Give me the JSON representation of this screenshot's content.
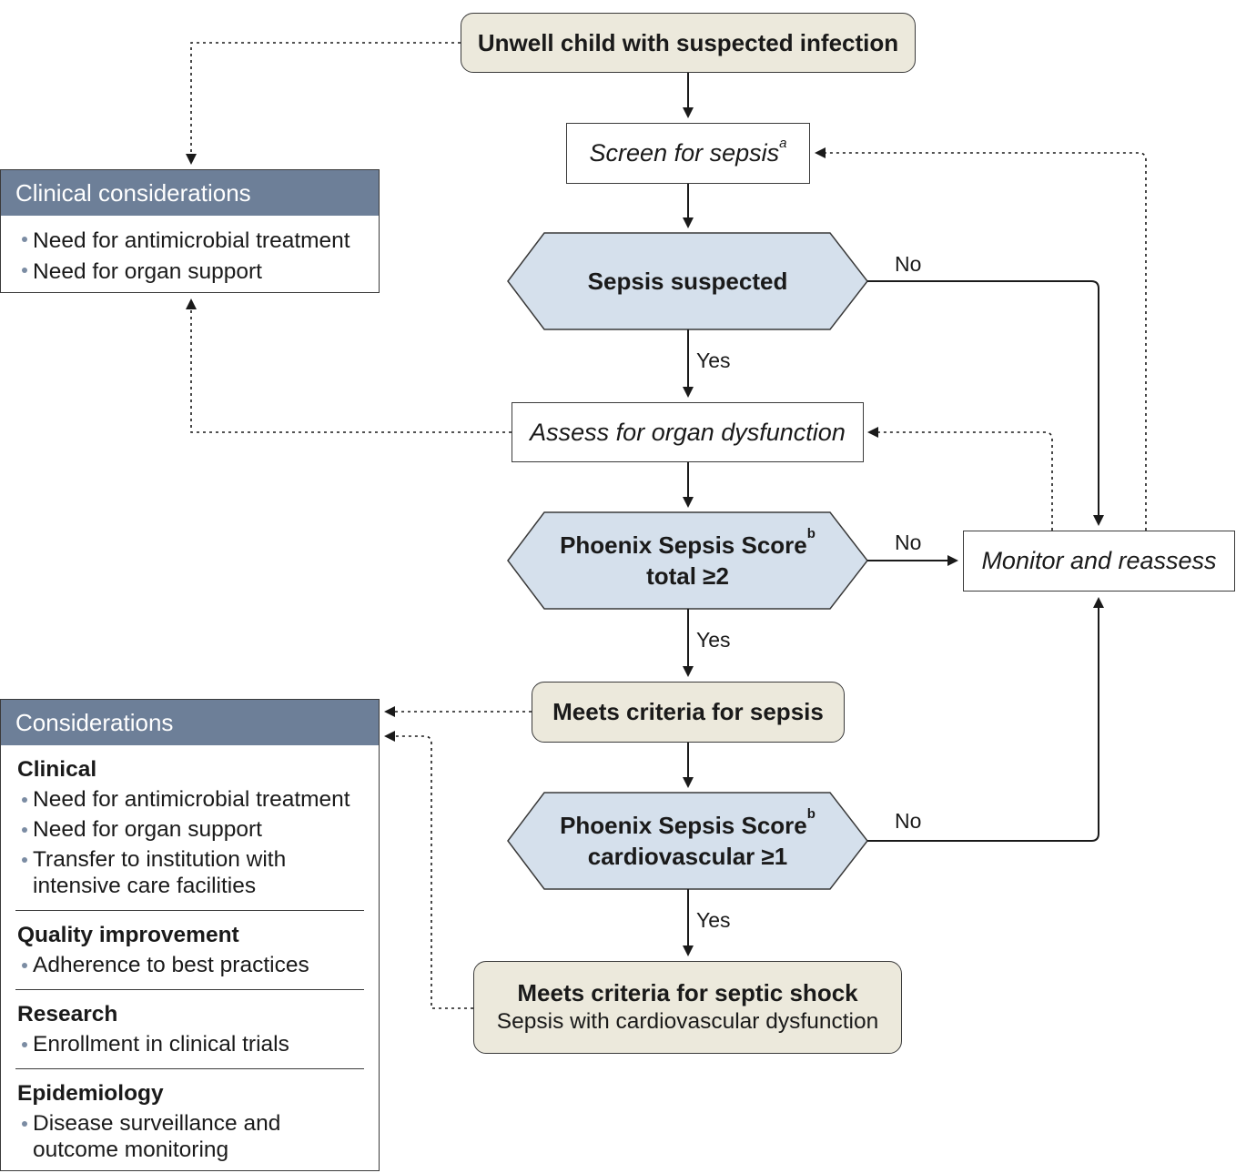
{
  "nodes": {
    "start": "Unwell child with suspected infection",
    "screen": {
      "text": "Screen for sepsis",
      "sup": "a"
    },
    "suspected": "Sepsis suspected",
    "assess": "Assess for organ dysfunction",
    "score_total": {
      "line1": "Phoenix Sepsis Score",
      "sup": "b",
      "line2": "total ≥2"
    },
    "meets_sepsis": "Meets criteria for sepsis",
    "score_cv": {
      "line1": "Phoenix Sepsis Score",
      "sup": "b",
      "line2": "cardiovascular ≥1"
    },
    "septic_shock": {
      "title": "Meets criteria for septic shock",
      "subtitle": "Sepsis with cardiovascular dysfunction"
    },
    "monitor": "Monitor and reassess"
  },
  "edge_labels": {
    "yes": "Yes",
    "no": "No"
  },
  "clinical_panel": {
    "title": "Clinical considerations",
    "items": [
      "Need for antimicrobial treatment",
      "Need for organ support"
    ]
  },
  "considerations_panel": {
    "title": "Considerations",
    "sections": [
      {
        "title": "Clinical",
        "items": [
          "Need for antimicrobial treatment",
          "Need for organ support",
          "Transfer to institution with",
          "intensive care facilities"
        ]
      },
      {
        "title": "Quality improvement",
        "items": [
          "Adherence to best practices"
        ]
      },
      {
        "title": "Research",
        "items": [
          "Enrollment in clinical trials"
        ]
      },
      {
        "title": "Epidemiology",
        "items": [
          "Disease surveillance and",
          "outcome monitoring"
        ]
      }
    ]
  },
  "colors": {
    "hexagon_fill": "#d5e0ec",
    "rounded_fill": "#ece9dc",
    "panel_header": "#6d7f98",
    "line": "#1a1a1a"
  }
}
